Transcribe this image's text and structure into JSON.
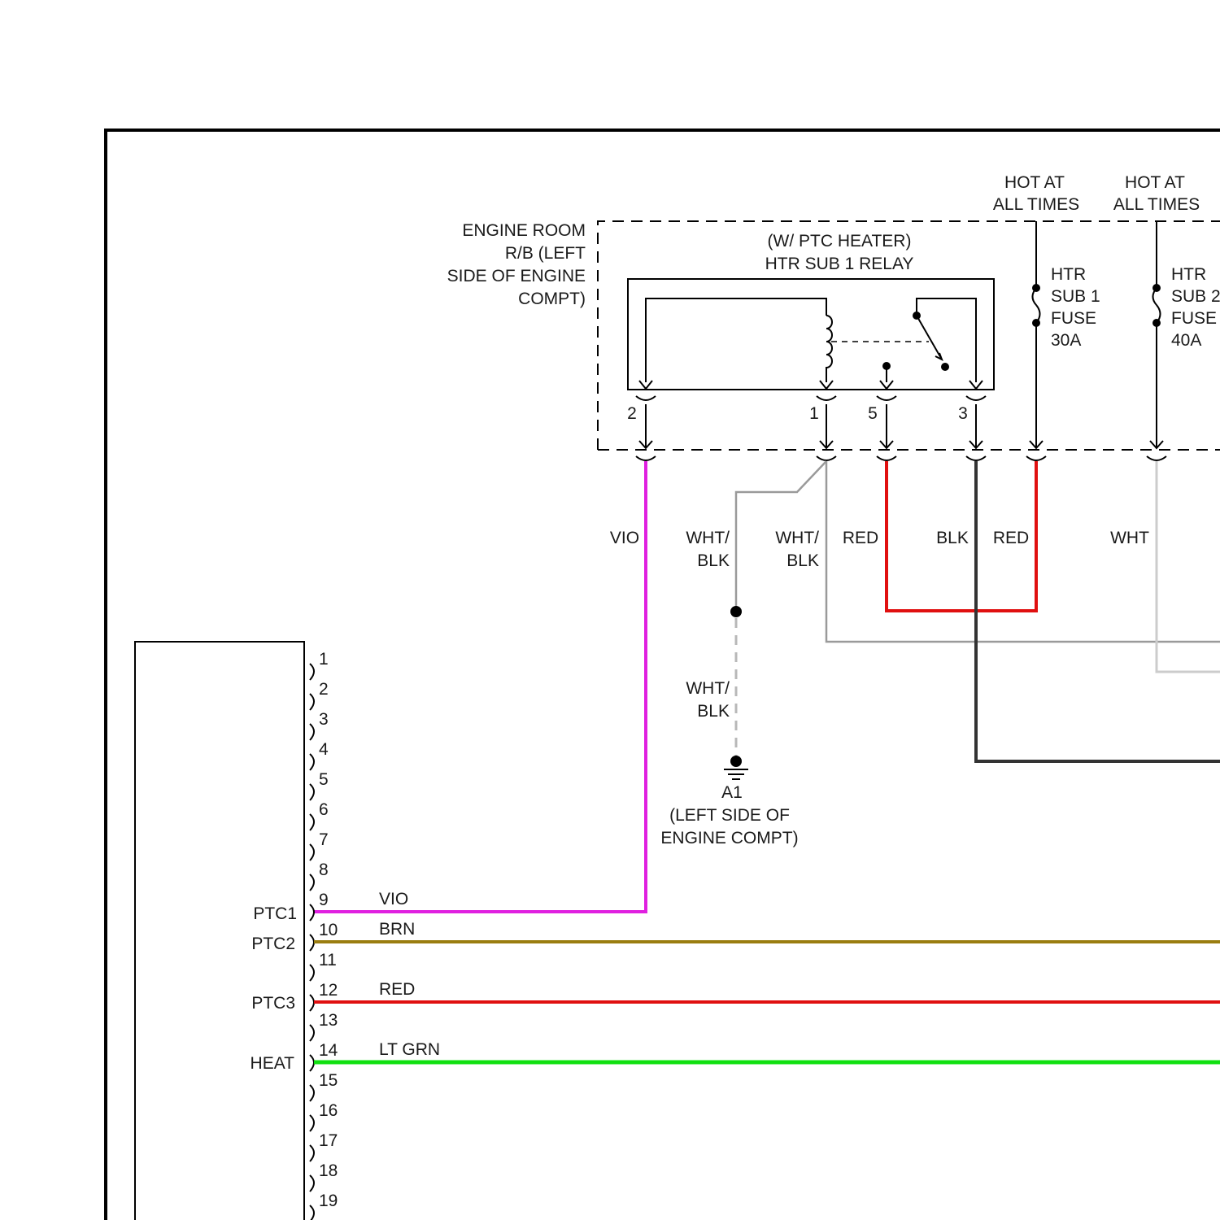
{
  "relay_box": {
    "location": [
      "ENGINE ROOM",
      "R/B (LEFT",
      "SIDE OF ENGINE",
      "COMPT)"
    ],
    "relay_condition": "(W/ PTC HEATER)",
    "relay_name": "HTR SUB 1 RELAY",
    "relay_pins": [
      "2",
      "1",
      "5",
      "3"
    ]
  },
  "power_sources": [
    {
      "label": [
        "HOT AT",
        "ALL TIMES"
      ],
      "fuse": [
        "HTR",
        "SUB 1",
        "FUSE",
        "30A"
      ]
    },
    {
      "label": [
        "HOT AT",
        "ALL TIMES"
      ],
      "fuse": [
        "HTR",
        "SUB 2",
        "FUSE",
        "40A"
      ]
    }
  ],
  "wire_labels": {
    "vio": "VIO",
    "wht_blk_left": [
      "WHT/",
      "BLK"
    ],
    "wht_blk_right": [
      "WHT/",
      "BLK"
    ],
    "red_left": "RED",
    "blk": "BLK",
    "red_right": "RED",
    "wht": "WHT",
    "wht_blk_ground": [
      "WHT/",
      "BLK"
    ]
  },
  "ground": {
    "id": "A1",
    "location": [
      "(LEFT SIDE OF",
      "ENGINE COMPT)"
    ]
  },
  "connector": {
    "pins": [
      "1",
      "2",
      "3",
      "4",
      "5",
      "6",
      "7",
      "8",
      "9",
      "10",
      "11",
      "12",
      "13",
      "14",
      "15",
      "16",
      "17",
      "18",
      "19"
    ],
    "signals": [
      {
        "name": "PTC1",
        "wire": "VIO",
        "color": "#e020e0"
      },
      {
        "name": "PTC2",
        "wire": "BRN",
        "color": "#9a7d10"
      },
      {
        "name": "PTC3",
        "wire": "RED",
        "color": "#e01010"
      },
      {
        "name": "HEAT",
        "wire": "LT GRN",
        "color": "#10e010"
      }
    ]
  },
  "colors": {
    "vio": "#e020e0",
    "red": "#e01010",
    "blk": "#333333",
    "wht_blk": "#9a9a9a",
    "wht": "#cccccc",
    "brn": "#9a7d10",
    "lt_grn": "#10e010"
  }
}
